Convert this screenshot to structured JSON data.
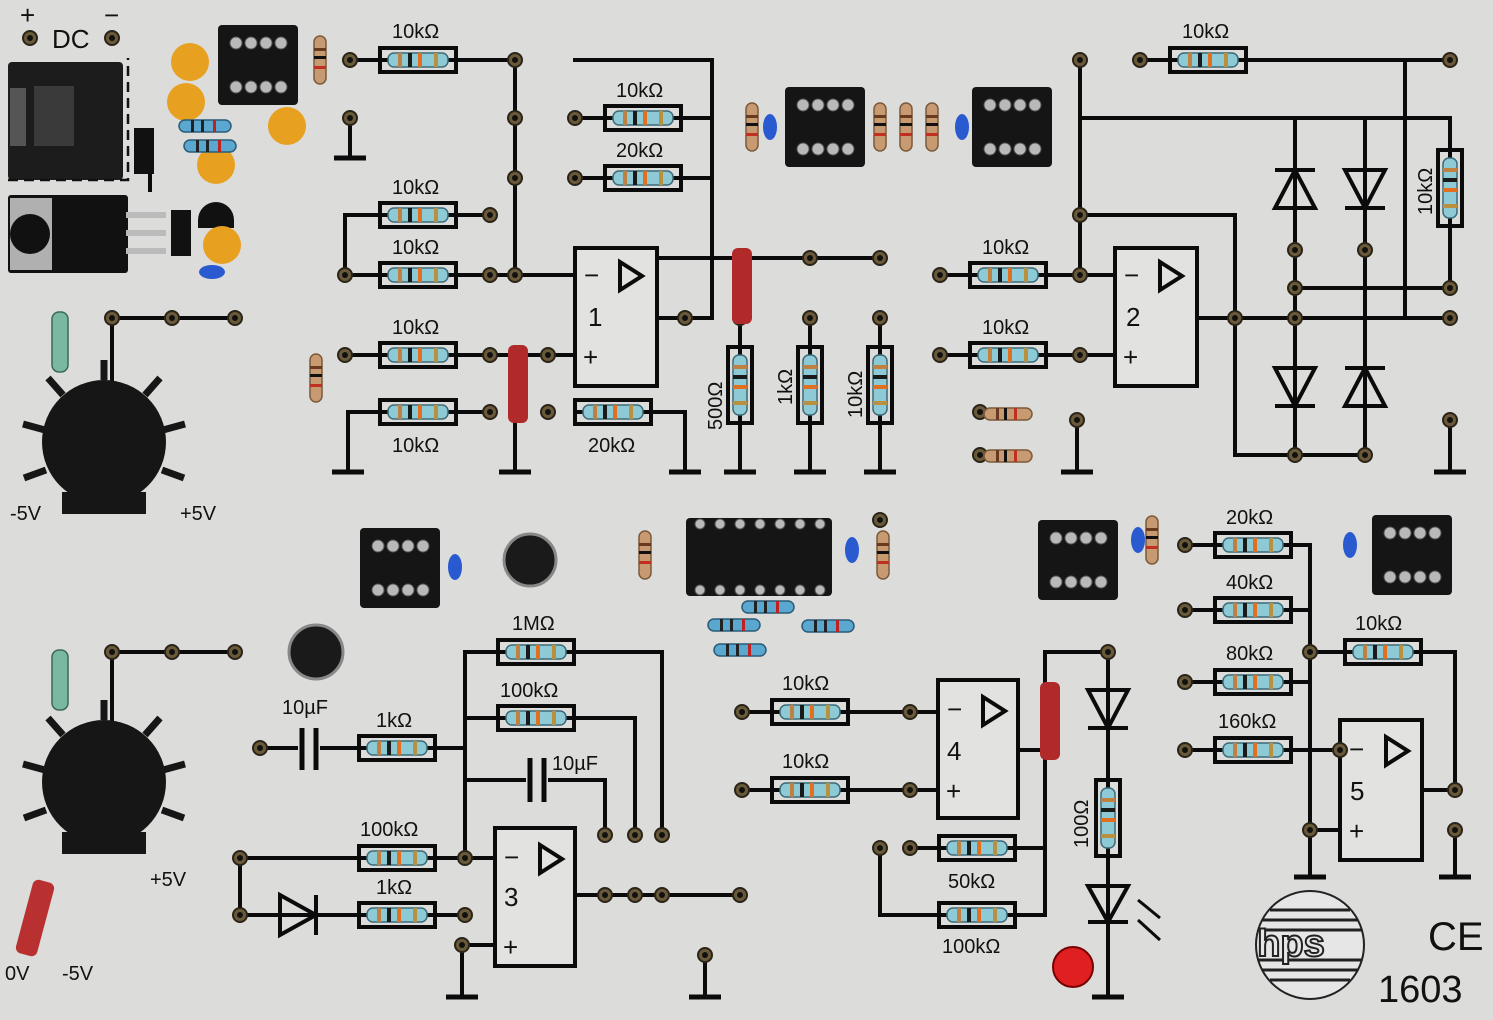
{
  "board": {
    "power_label": "DC",
    "plus_label": "+",
    "minus_label": "−",
    "logo": "hps",
    "ce_mark": "CE",
    "model_number": "1603"
  },
  "potentiometers": {
    "pot1_left_label": "-5V",
    "pot1_right_label": "+5V",
    "pot2_right_label": "+5V",
    "switch_left_label": "0V",
    "switch_right_label": "-5V"
  },
  "opamps": {
    "op1": "1",
    "op2": "2",
    "op3": "3",
    "op4": "4",
    "op5": "5",
    "minus_sign": "−",
    "plus_sign": "+"
  },
  "stage1": {
    "r_top": "10kΩ",
    "r_fb1": "10kΩ",
    "r_fb2": "20kΩ",
    "r_in1": "10kΩ",
    "r_in2": "10kΩ",
    "r_in3": "10kΩ",
    "r_in4": "10kΩ",
    "r_out": "20kΩ",
    "r_500": "500Ω",
    "r_1k": "1kΩ",
    "r_10k": "10kΩ"
  },
  "stage2": {
    "r_top": "10kΩ",
    "r_in1": "10kΩ",
    "r_in2": "10kΩ",
    "r_side": "10kΩ"
  },
  "stage3": {
    "cap_in": "10µF",
    "r_in": "1kΩ",
    "r_fb_1m": "1MΩ",
    "r_fb_100k": "100kΩ",
    "cap_fb": "10µF",
    "r_neg": "100kΩ",
    "r_diode": "1kΩ"
  },
  "stage4": {
    "r_in1": "10kΩ",
    "r_in2": "10kΩ",
    "r_led": "100Ω",
    "r_50k": "50kΩ",
    "r_100k": "100kΩ"
  },
  "stage5": {
    "r_20k": "20kΩ",
    "r_40k": "40kΩ",
    "r_80k": "80kΩ",
    "r_160k": "160kΩ",
    "r_fb": "10kΩ"
  }
}
